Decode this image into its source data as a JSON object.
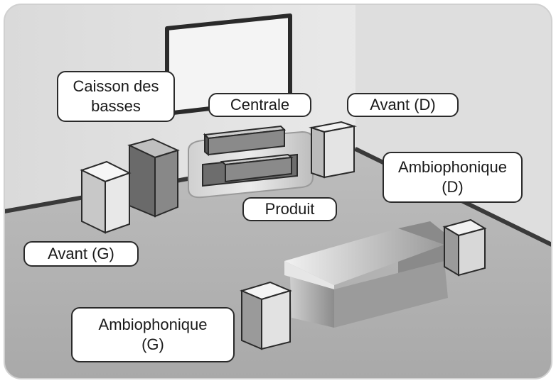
{
  "labels": {
    "subwoofer": [
      "Caisson des",
      "basses"
    ],
    "center": "Centrale",
    "front_right": "Avant (D)",
    "surround_right": [
      "Ambiophonique",
      "(D)"
    ],
    "product": "Produit",
    "front_left": "Avant (G)",
    "surround_left": [
      "Ambiophonique",
      "(G)"
    ]
  },
  "colors": {
    "floor": "#b4b4b4",
    "wall_back": "#e2e2e2",
    "wall_right": "#d8d8d8",
    "outline": "#2a2a2a"
  }
}
